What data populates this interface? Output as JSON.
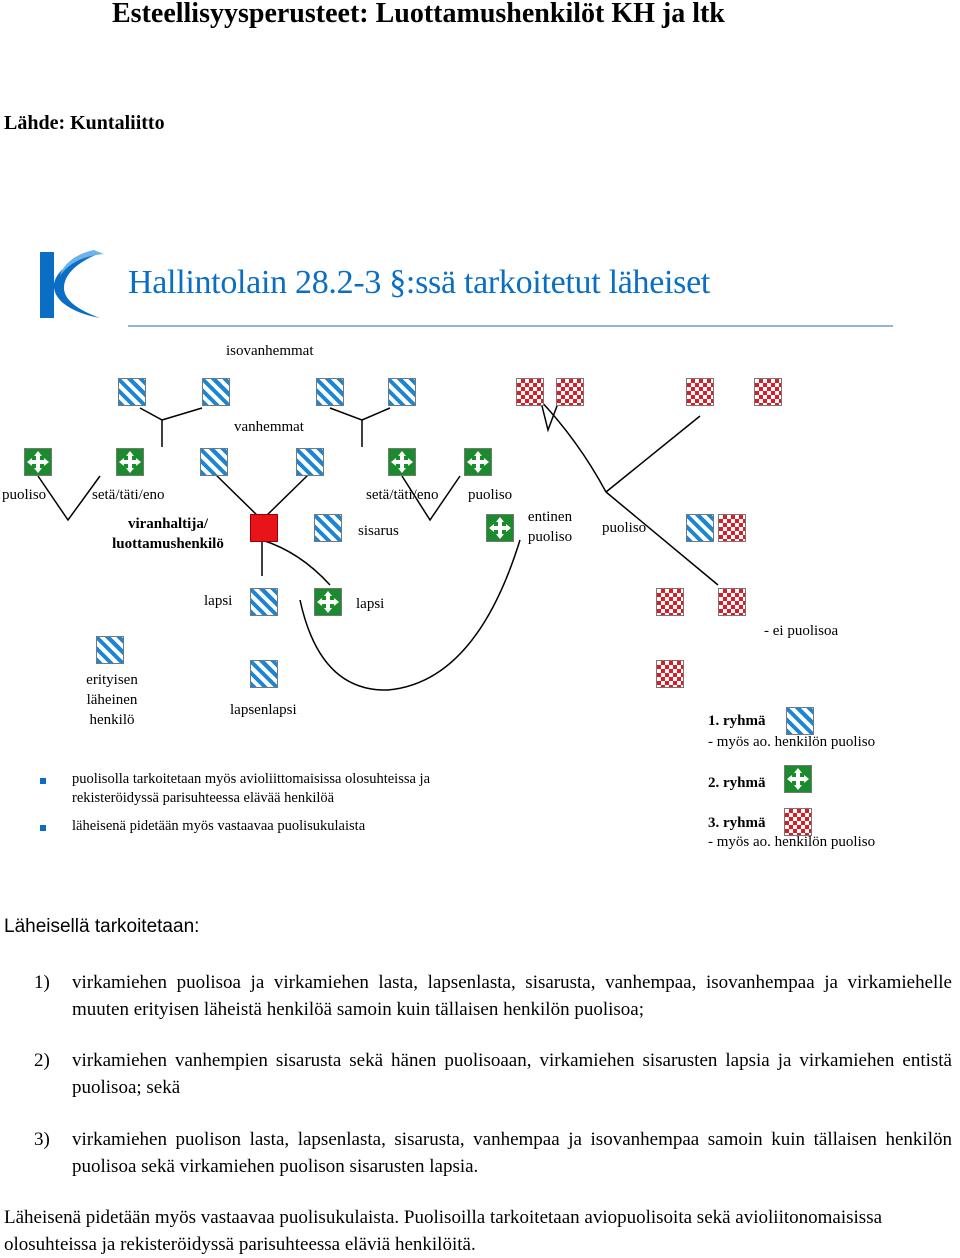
{
  "title": "Esteellisyysperusteet: Luottamushenkilöt KH ja ltk",
  "source": "Lähde: Kuntaliitto",
  "slide_title": "Hallintolain 28.2-3 §:ssä tarkoitetut läheiset",
  "labels": {
    "isovanhemmat": "isovanhemmat",
    "vanhemmat": "vanhemmat",
    "puoliso_left": "puoliso",
    "seta_left": "setä/täti/eno",
    "viranhaltija1": "viranhaltija/",
    "viranhaltija2": "luottamushenkilö",
    "seta_right": "setä/täti/eno",
    "puoliso_upper_right": "puoliso",
    "sisarus": "sisarus",
    "entinen1": "entinen",
    "entinen2": "puoliso",
    "puoliso_right": "puoliso",
    "lapsi_left": "lapsi",
    "lapsi_right": "lapsi",
    "ei_puolisoa": "- ei puolisoa",
    "erityisen1": "erityisen",
    "erityisen2": "läheinen",
    "erityisen3": "henkilö",
    "lapsenlapsi": "lapsenlapsi"
  },
  "bullets": [
    "puolisolla tarkoitetaan myös avioliittomaisissa olosuhteissa ja rekisteröidyssä parisuhteessa elävää henkilöä",
    "läheisenä pidetään myös vastaavaa puolisukulaista"
  ],
  "legend": {
    "g1": "1. ryhmä",
    "g1_note": "- myös ao. henkilön puoliso",
    "g2": "2. ryhmä",
    "g3": "3. ryhmä",
    "g3_note": "- myös ao. henkilön puoliso"
  },
  "colors": {
    "blue": "#1a86d6",
    "green": "#1a8c2e",
    "red": "#dd1b25",
    "accent": "#0a6fc4"
  },
  "text": {
    "heading": "Läheisellä tarkoitetaan:",
    "items": [
      {
        "num": "1)",
        "text": "virkamiehen puolisoa ja virkamiehen lasta, lapsenlasta, sisarusta, vanhempaa, isovanhempaa ja virkamiehelle muuten erityisen läheistä henkilöä samoin kuin tällaisen henkilön puolisoa;"
      },
      {
        "num": "2)",
        "text": "virkamiehen vanhempien sisarusta sekä hänen puolisoaan, virkamiehen sisarusten lapsia ja virkamiehen entistä puolisoa; sekä"
      },
      {
        "num": "3)",
        "text": "virkamiehen puolison lasta, lapsenlasta, sisarusta, vanhempaa ja isovanhempaa samoin kuin tällaisen henkilön puolisoa sekä virkamiehen puolison sisarusten lapsia."
      }
    ],
    "final": "Läheisenä pidetään myös vastaavaa puolisukulaista. Puolisoilla tarkoitetaan aviopuolisoita sekä avioliitonomaisissa olosuhteissa ja rekisteröidyssä parisuhteessa eläviä henkilöitä."
  }
}
